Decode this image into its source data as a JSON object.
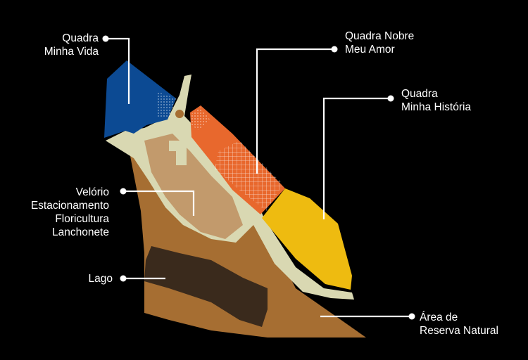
{
  "colors": {
    "background": "#000000",
    "blue_zone": "#0c4a93",
    "orange_zone": "#e8682d",
    "yellow_zone": "#eebb10",
    "path_cream": "#d9d8b2",
    "brown_ground": "#a66e32",
    "tan_building": "#c29a6c",
    "lake_dark": "#3a2a1c",
    "leader_line": "#ffffff"
  },
  "labels": {
    "quadra_minha_vida": [
      "Quadra",
      "Minha Vida"
    ],
    "quadra_nobre": [
      "Quadra Nobre",
      "Meu Amor"
    ],
    "quadra_historia": [
      "Quadra",
      "Minha História"
    ],
    "servicos": [
      "Velório",
      "Estacionamento",
      "Floricultura",
      "Lanchonete"
    ],
    "lago": [
      "Lago"
    ],
    "reserva": [
      "Área de",
      "Reserva Natural"
    ]
  }
}
